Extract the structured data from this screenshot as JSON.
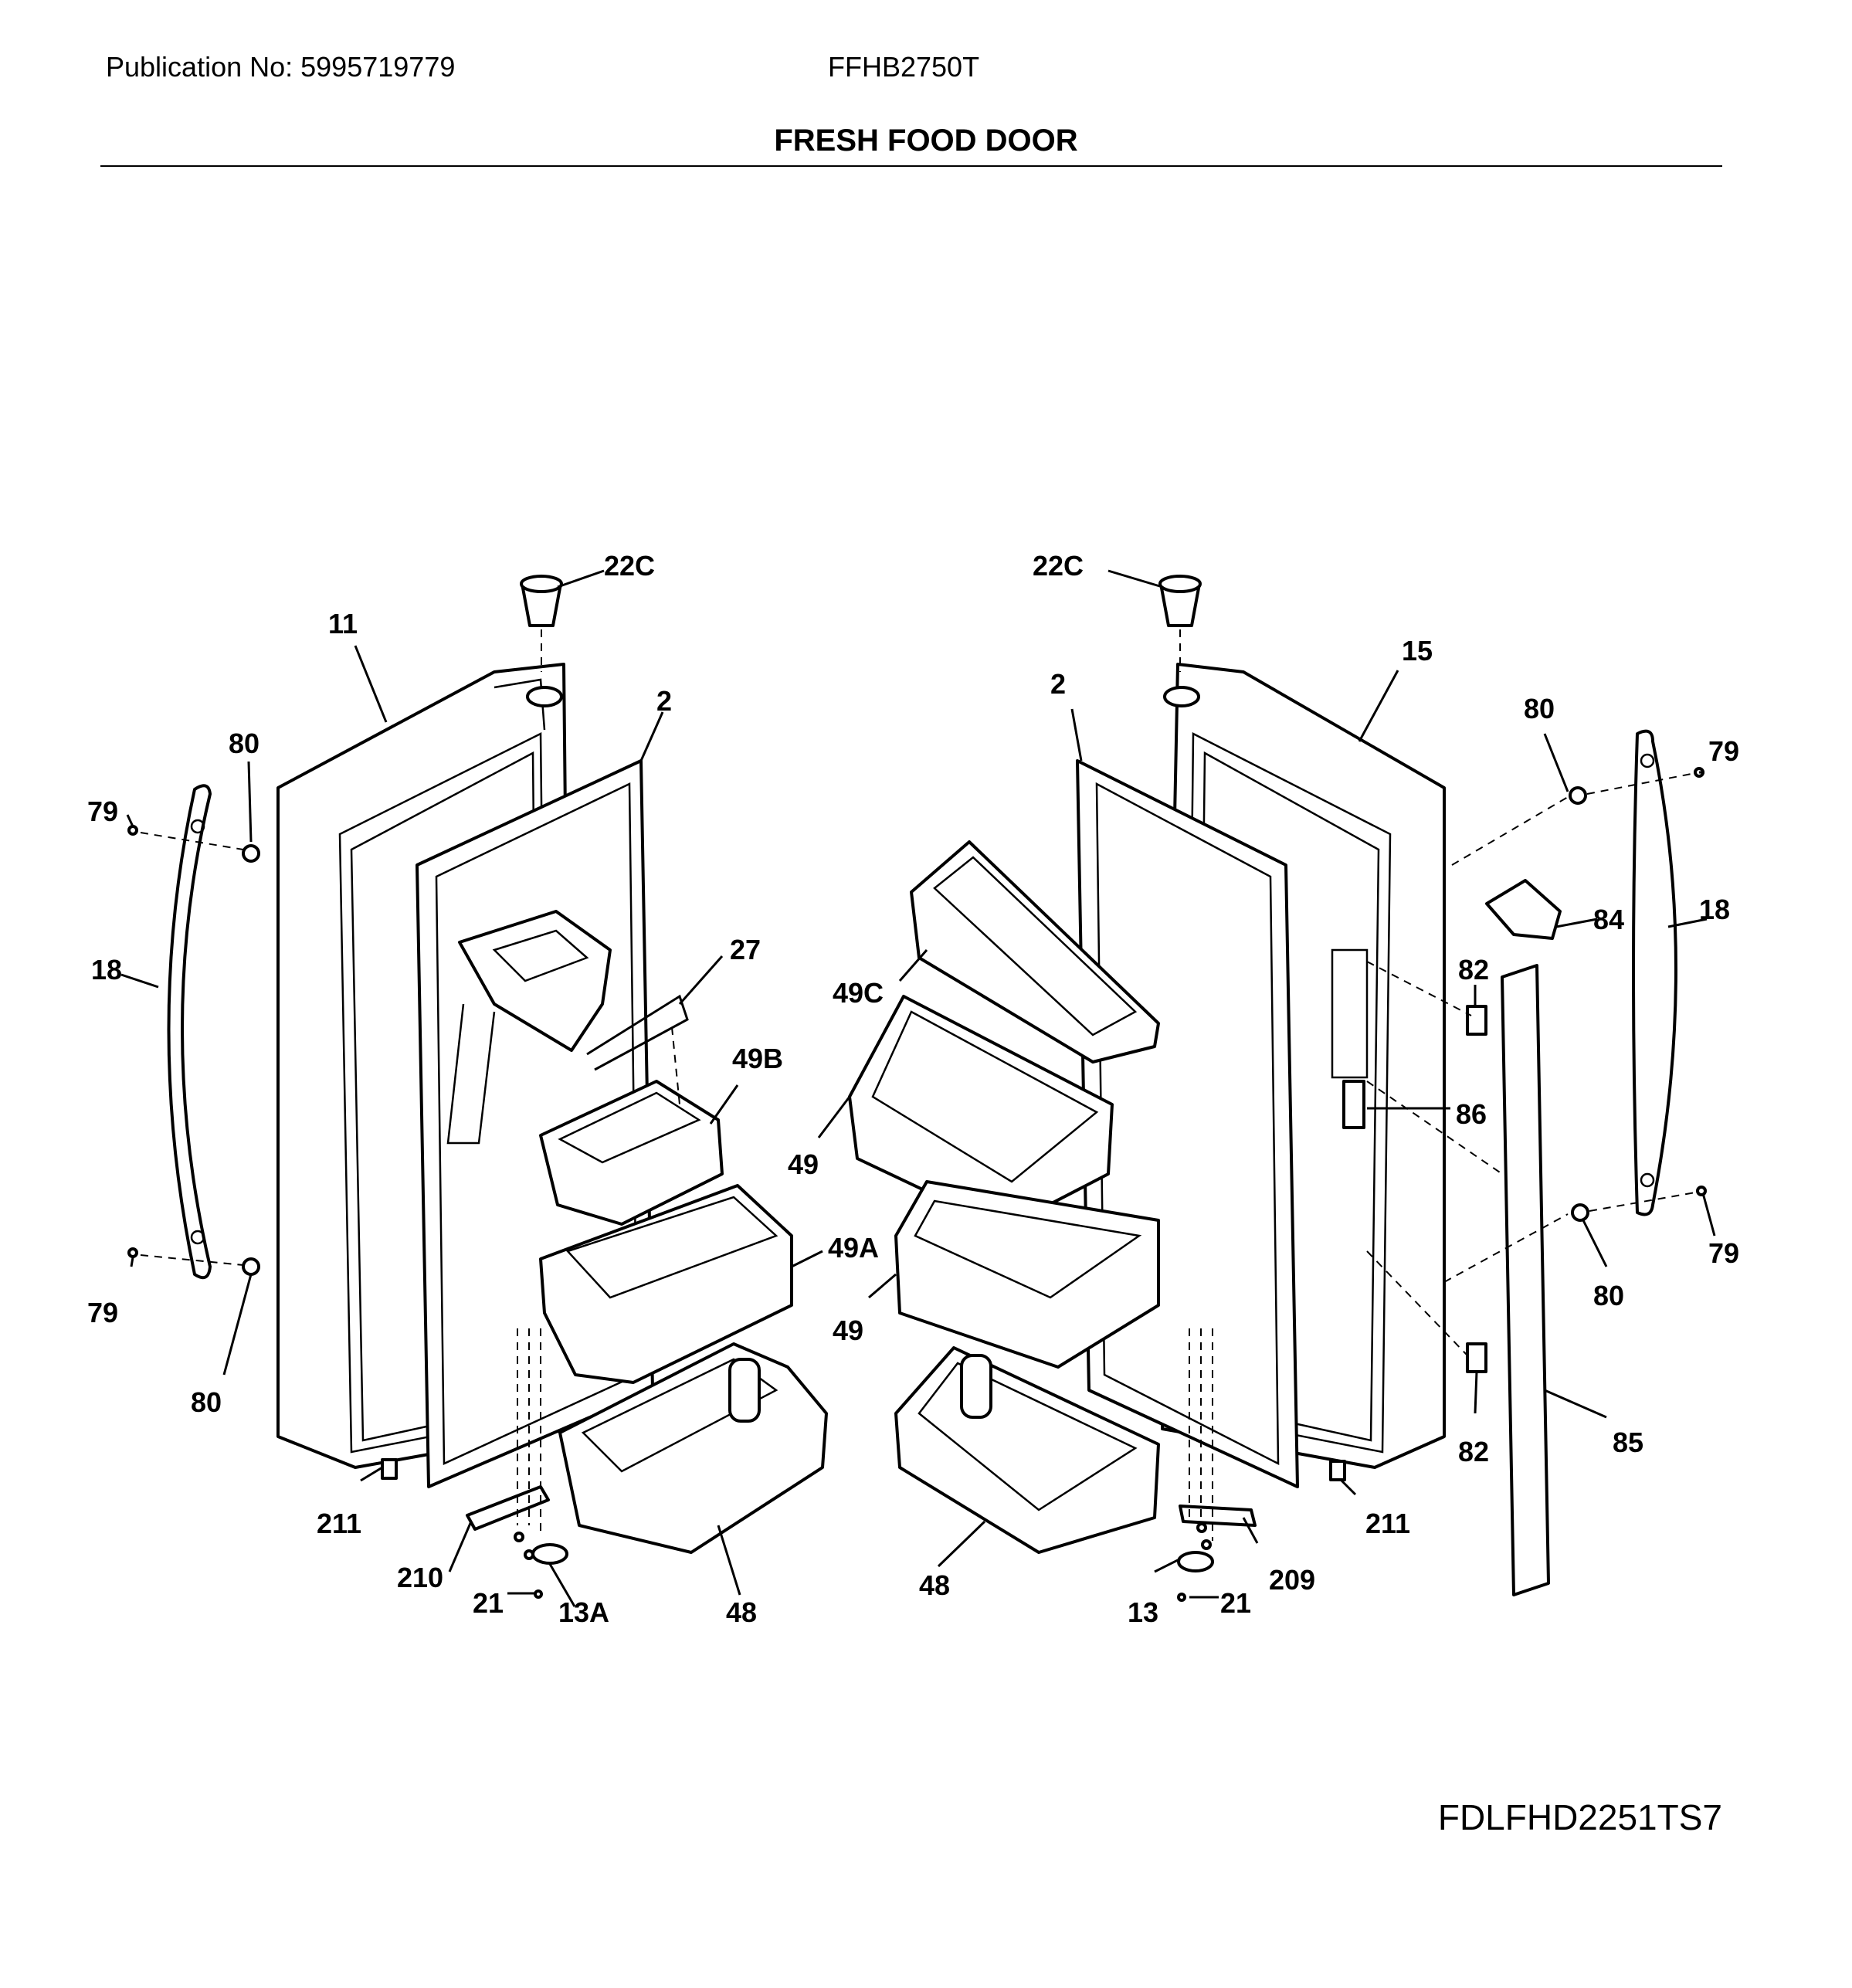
{
  "header": {
    "publication": "Publication No: 5995719779",
    "model": "FFHB2750T",
    "title": "FRESH FOOD DOOR"
  },
  "footer": {
    "code": "FDLFHD2251TS7"
  },
  "callouts": {
    "c22c_l": "22C",
    "c11": "11",
    "c2_l": "2",
    "c80_lt": "80",
    "c79_lt": "79",
    "c18_l": "18",
    "c27": "27",
    "c49b": "49B",
    "c49a": "49A",
    "c79_lb": "79",
    "c80_lb": "80",
    "c211_l": "211",
    "c210": "210",
    "c21_l": "21",
    "c13a": "13A",
    "c48_l": "48",
    "c22c_r": "22C",
    "c2_r": "2",
    "c15": "15",
    "c80_rt": "80",
    "c79_rt": "79",
    "c84": "84",
    "c18_r": "18",
    "c82_t": "82",
    "c49c": "49C",
    "c49_t": "49",
    "c86": "86",
    "c49_b": "49",
    "c79_rb": "79",
    "c80_rb": "80",
    "c82_b": "82",
    "c85": "85",
    "c211_r": "211",
    "c48_r": "48",
    "c209": "209",
    "c21_r": "21",
    "c13": "13"
  }
}
